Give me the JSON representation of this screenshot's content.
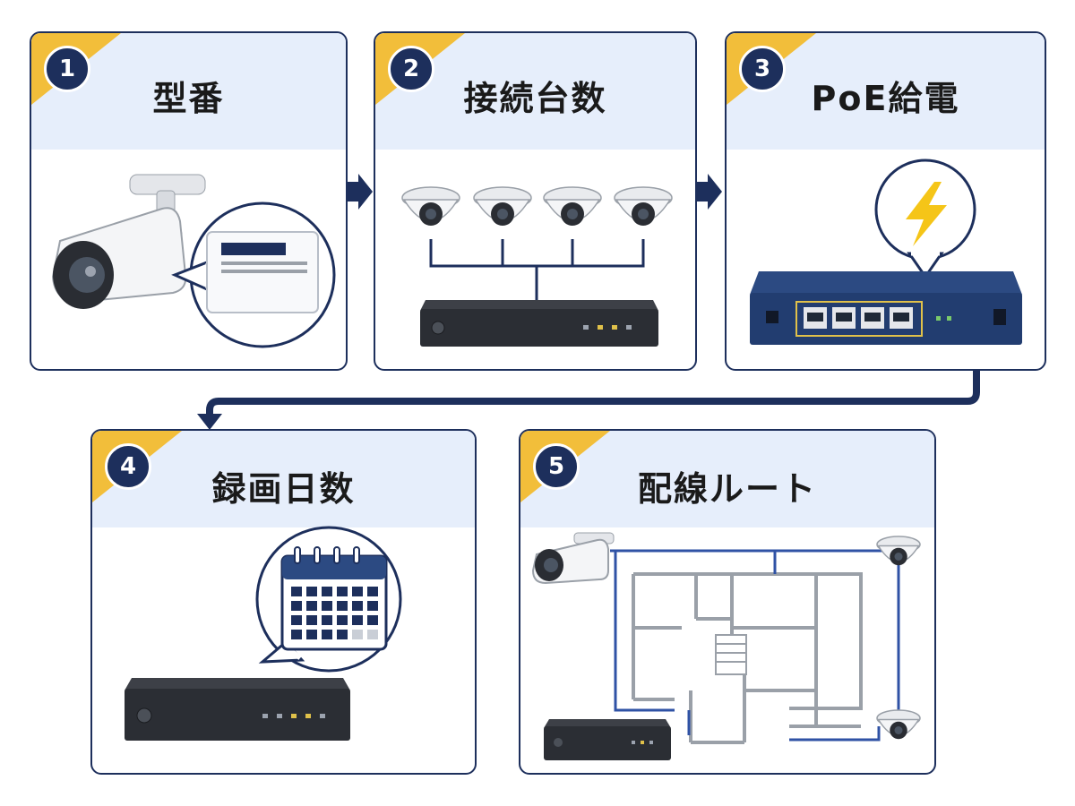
{
  "steps": [
    {
      "number": "1",
      "title": "型番"
    },
    {
      "number": "2",
      "title": "接続台数"
    },
    {
      "number": "3",
      "title": "PoE給電"
    },
    {
      "number": "4",
      "title": "録画日数"
    },
    {
      "number": "5",
      "title": "配線ルート"
    }
  ],
  "colors": {
    "navy": "#1d2f5c",
    "accent": "#f2be3a",
    "header_bg": "#e6eefb",
    "lightning": "#f5c518"
  },
  "icons": [
    "bullet-camera-icon",
    "model-label-icon",
    "dome-camera-icon",
    "recorder-icon",
    "poe-switch-icon",
    "lightning-icon",
    "calendar-icon",
    "floor-plan-icon"
  ]
}
